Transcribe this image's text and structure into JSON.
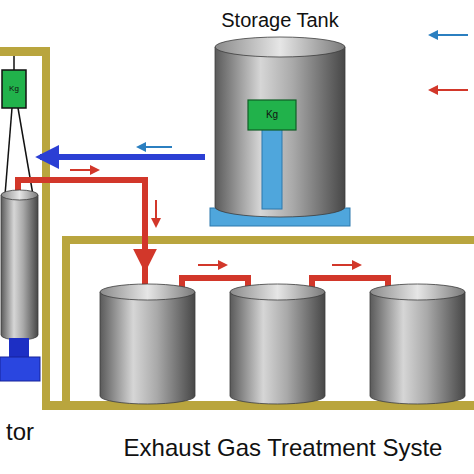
{
  "diagram": {
    "nodes": [
      {
        "text": [
          "Storage Tank"
        ]
      },
      {
        "text": [
          "Kg"
        ],
        "in": 0
      },
      {
        "text": [
          "Kg"
        ]
      },
      {
        "text": [
          "tor"
        ]
      },
      {
        "text": [
          "Exhaust Gas Treatment Syste"
        ]
      }
    ],
    "edges": [
      {
        "from": 0,
        "to": 3,
        "arrow": "to"
      },
      {
        "from": 3,
        "to": 4,
        "arrow": "to"
      }
    ]
  }
}
